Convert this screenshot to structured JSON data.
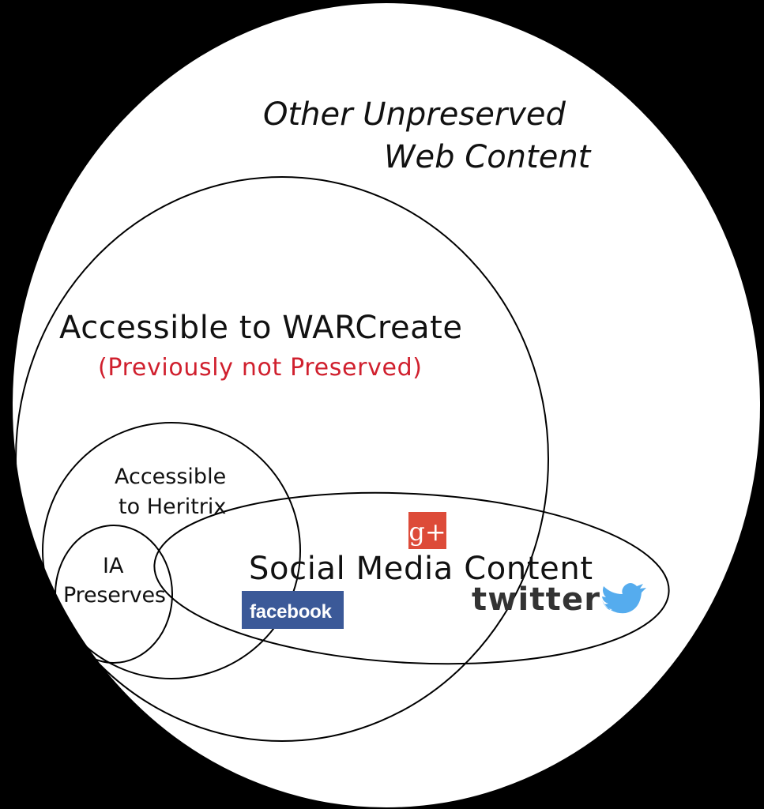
{
  "outer": {
    "line1": "Other Unpreserved",
    "line2": "Web Content"
  },
  "warcreate": {
    "title": "Accessible to WARCreate",
    "subtitle": "(Previously not Preserved)",
    "subtitle_color": "#d0202e"
  },
  "heritrix": {
    "line1": "Accessible",
    "line2": "to Heritrix"
  },
  "ia": {
    "line1": "IA",
    "line2": "Preserves"
  },
  "social": {
    "title": "Social Media Content",
    "logos": {
      "facebook": {
        "text": "facebook",
        "color": "#3b5998"
      },
      "googleplus": {
        "text": "g+",
        "color": "#dd4b39"
      },
      "twitter": {
        "text": "twitter",
        "color": "#55acee"
      }
    }
  }
}
